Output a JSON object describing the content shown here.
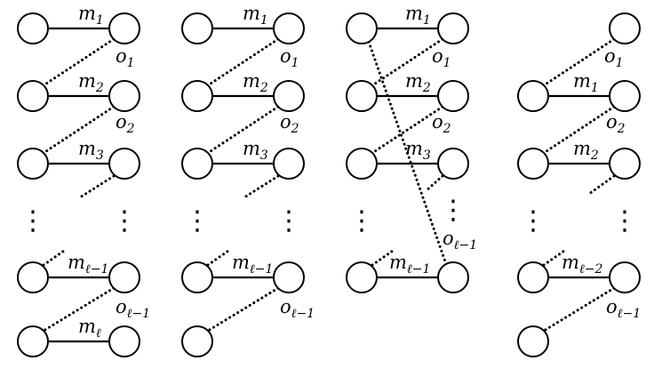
{
  "panels": [
    {
      "id": "panel-1",
      "nodes": [
        {
          "id": "a1",
          "col": "left"
        },
        {
          "id": "b1",
          "col": "right"
        },
        {
          "id": "a2",
          "col": "left"
        },
        {
          "id": "b2",
          "col": "right"
        },
        {
          "id": "a3",
          "col": "left"
        },
        {
          "id": "b3",
          "col": "right"
        },
        {
          "id": "a4",
          "col": "left"
        },
        {
          "id": "b4",
          "col": "right"
        },
        {
          "id": "a5",
          "col": "left"
        }
      ],
      "matching_edges": [
        {
          "from": "a1",
          "to": "b1",
          "label": "m",
          "sub": "1"
        },
        {
          "from": "a2",
          "to": "b2",
          "label": "m",
          "sub": "2"
        },
        {
          "from": "a3",
          "to": "b3",
          "label": "m",
          "sub": "3"
        },
        {
          "from": "a4",
          "to": "b4",
          "label": "m",
          "sub": "ℓ−1"
        },
        {
          "from": "a5",
          "to": "b5x",
          "label": "m",
          "sub": "ℓ"
        }
      ],
      "other_edges": [
        {
          "from": "b1",
          "to": "a2",
          "label": "o",
          "sub": "1"
        },
        {
          "from": "b2",
          "to": "a3",
          "label": "o",
          "sub": "2"
        },
        {
          "from": "b4",
          "to": "a5",
          "label": "o",
          "sub": "ℓ−1"
        }
      ]
    },
    {
      "id": "panel-2",
      "matching_edges": [
        {
          "label": "m",
          "sub": "1"
        },
        {
          "label": "m",
          "sub": "2"
        },
        {
          "label": "m",
          "sub": "3"
        },
        {
          "label": "m",
          "sub": "ℓ−1"
        }
      ],
      "other_edges": [
        {
          "label": "o",
          "sub": "1"
        },
        {
          "label": "o",
          "sub": "2"
        },
        {
          "label": "o",
          "sub": "ℓ−1"
        }
      ]
    },
    {
      "id": "panel-3",
      "matching_edges": [
        {
          "label": "m",
          "sub": "1"
        },
        {
          "label": "m",
          "sub": "2"
        },
        {
          "label": "m",
          "sub": "3"
        },
        {
          "label": "m",
          "sub": "ℓ−1"
        }
      ],
      "other_edges": [
        {
          "label": "o",
          "sub": "1"
        },
        {
          "label": "o",
          "sub": "2"
        },
        {
          "label": "o",
          "sub": "ℓ−1"
        }
      ]
    },
    {
      "id": "panel-4",
      "matching_edges": [
        {
          "label": "m",
          "sub": "1"
        },
        {
          "label": "m",
          "sub": "2"
        },
        {
          "label": "m",
          "sub": "ℓ−2"
        }
      ],
      "other_edges": [
        {
          "label": "o",
          "sub": "1"
        },
        {
          "label": "o",
          "sub": "2"
        },
        {
          "label": "o",
          "sub": "ℓ−1"
        }
      ]
    }
  ],
  "ellipsis_glyph": "⋮"
}
